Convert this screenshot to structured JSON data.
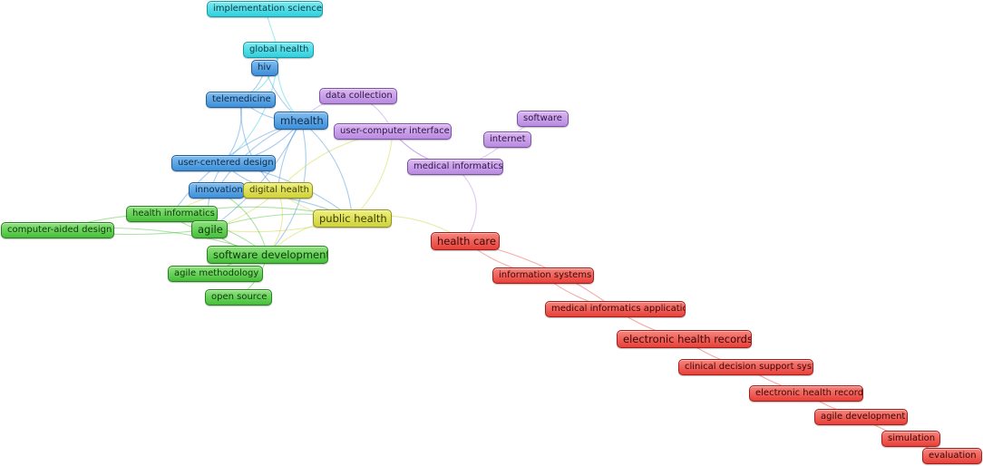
{
  "colors": {
    "cyan": "#2fd0dd",
    "blue": "#3e8fd8",
    "green": "#46bf3a",
    "yellow": "#cfd23a",
    "purple": "#b88ae0",
    "red": "#e8403a"
  },
  "nodes": [
    {
      "id": "implementation-science",
      "label": "implementation science",
      "cluster": "cyan"
    },
    {
      "id": "global-health",
      "label": "global health",
      "cluster": "cyan"
    },
    {
      "id": "hiv",
      "label": "hiv",
      "cluster": "blue"
    },
    {
      "id": "telemedicine",
      "label": "telemedicine",
      "cluster": "blue"
    },
    {
      "id": "mhealth",
      "label": "mhealth",
      "cluster": "blue"
    },
    {
      "id": "user-centered-design",
      "label": "user-centered design",
      "cluster": "blue"
    },
    {
      "id": "innovation",
      "label": "innovation",
      "cluster": "blue"
    },
    {
      "id": "digital-health",
      "label": "digital health",
      "cluster": "yellow"
    },
    {
      "id": "public-health",
      "label": "public health",
      "cluster": "yellow"
    },
    {
      "id": "health-informatics",
      "label": "health informatics",
      "cluster": "green"
    },
    {
      "id": "computer-aided-design",
      "label": "computer-aided design",
      "cluster": "green"
    },
    {
      "id": "agile",
      "label": "agile",
      "cluster": "green"
    },
    {
      "id": "software-development",
      "label": "software development",
      "cluster": "green"
    },
    {
      "id": "agile-methodology",
      "label": "agile methodology",
      "cluster": "green"
    },
    {
      "id": "open-source",
      "label": "open source",
      "cluster": "green"
    },
    {
      "id": "data-collection",
      "label": "data collection",
      "cluster": "purple"
    },
    {
      "id": "user-computer-interface",
      "label": "user-computer interface",
      "cluster": "purple"
    },
    {
      "id": "software",
      "label": "software",
      "cluster": "purple"
    },
    {
      "id": "internet",
      "label": "internet",
      "cluster": "purple"
    },
    {
      "id": "medical-informatics",
      "label": "medical informatics",
      "cluster": "purple"
    },
    {
      "id": "health-care",
      "label": "health care",
      "cluster": "red"
    },
    {
      "id": "information-systems",
      "label": "information systems",
      "cluster": "red"
    },
    {
      "id": "medical-informatics-applications",
      "label": "medical informatics applicatio",
      "cluster": "red"
    },
    {
      "id": "electronic-health-records",
      "label": "electronic health records",
      "cluster": "red"
    },
    {
      "id": "clinical-decision-support-systems",
      "label": "clinical decision support syst",
      "cluster": "red"
    },
    {
      "id": "electronic-health-record",
      "label": "electronic health record",
      "cluster": "red"
    },
    {
      "id": "agile-development",
      "label": "agile development",
      "cluster": "red"
    },
    {
      "id": "simulation",
      "label": "simulation",
      "cluster": "red"
    },
    {
      "id": "evaluation",
      "label": "evaluation",
      "cluster": "red"
    }
  ]
}
